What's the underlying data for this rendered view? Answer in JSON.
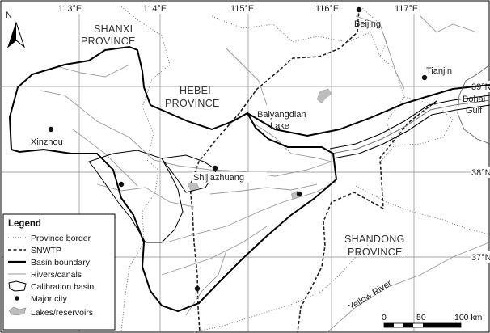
{
  "map": {
    "north_label": "N",
    "longitude_labels": [
      "113°E",
      "114°E",
      "115°E",
      "116°E",
      "117°E"
    ],
    "latitude_labels": [
      "39°N",
      "38°N",
      "37°N"
    ],
    "provinces": [
      {
        "lines": [
          "SHANXI",
          "PROVINCE"
        ]
      },
      {
        "lines": [
          "HEBEI",
          "PROVINCE"
        ]
      },
      {
        "lines": [
          "SHANDONG",
          "PROVINCE"
        ]
      }
    ],
    "cities": [
      "Beijing",
      "Tianjin",
      "Xinzhou",
      "Shijiazhuang"
    ],
    "water_labels": {
      "lake": [
        "Baiyangdian",
        "Lake"
      ],
      "gulf": [
        "Bohai",
        "Gulf"
      ],
      "river": "Yellow River"
    },
    "colors": {
      "basin_boundary": "#000000",
      "snwtp": "#222222",
      "province_border": "#777777",
      "rivers": "#9a9a9a",
      "lakes": "#bdbdbd"
    }
  },
  "legend": {
    "title": "Legend",
    "items": [
      {
        "label": "Province border",
        "symbol": "dotted-line-icon"
      },
      {
        "label": "SNWTP",
        "symbol": "dashed-line-icon"
      },
      {
        "label": "Basin boundary",
        "symbol": "thick-line-icon"
      },
      {
        "label": "Rivers/canals",
        "symbol": "thin-line-icon"
      },
      {
        "label": "Calibration basin",
        "symbol": "outline-shape-icon"
      },
      {
        "label": "Major city",
        "symbol": "dot-icon"
      },
      {
        "label": "Lakes/reservoirs",
        "symbol": "grey-shape-icon"
      }
    ]
  },
  "scale_bar": {
    "labels": [
      "0",
      "50",
      "100 km"
    ]
  }
}
